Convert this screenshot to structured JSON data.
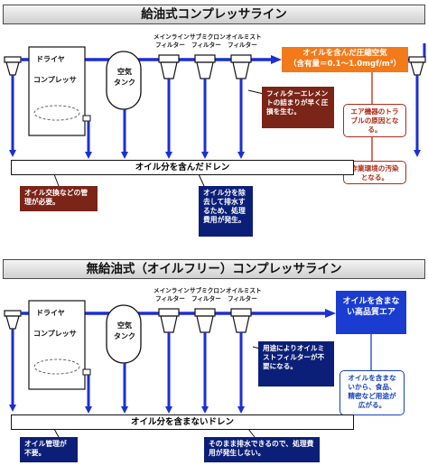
{
  "oil": {
    "title": "給油式コンプレッサライン",
    "dryer": "ドライヤ",
    "compressor": "コンプレッサ",
    "tank_1": "空気",
    "tank_2": "タンク",
    "filter_1": "メインライン",
    "filter_2": "サブミクロン",
    "filter_3": "オイルミスト",
    "filter_suffix": "フィルター",
    "output_line1": "オイルを含んだ圧縮空気",
    "output_line2": "（含有量＝0.1～1.0mgf/m³）",
    "trouble_note": "エア機器のトラブルの原因となる。",
    "pollution_note": "作業環境の汚染となる。",
    "clog_note": "フィルターエレメントの詰まりが早く圧損を生む。",
    "drain": "オイル分を含んだドレン",
    "manage_note": "オイル交換などの管理が必要。",
    "treatment_note": "オイル分を除去して排水するため、処理費用が発生。"
  },
  "oilfree": {
    "title": "無給油式（オイルフリー）コンプレッサライン",
    "dryer": "ドライヤ",
    "compressor": "コンプレッサ",
    "tank_1": "空気",
    "tank_2": "タンク",
    "filter_1": "メインライン",
    "filter_2": "サブミクロン",
    "filter_3": "オイルミスト",
    "filter_suffix": "フィルター",
    "output": "オイルを含まない高品質エア",
    "filter_note": "用途によりオイルミストフィルターが不要になる。",
    "usage_note": "オイルを含まないから、食品、精密など用途が広がる。",
    "drain": "オイル分を含まないドレン",
    "manage_note": "オイル管理が不要。",
    "discharge_note": "そのまま排水できるので、処理費用が発生しない。"
  },
  "colors": {
    "pipe": "#1a2fd6",
    "output_orange": "#f27a1a",
    "output_blue": "#1a3cd0",
    "note_red": "#7b2418",
    "note_navy": "#0c1f78"
  }
}
